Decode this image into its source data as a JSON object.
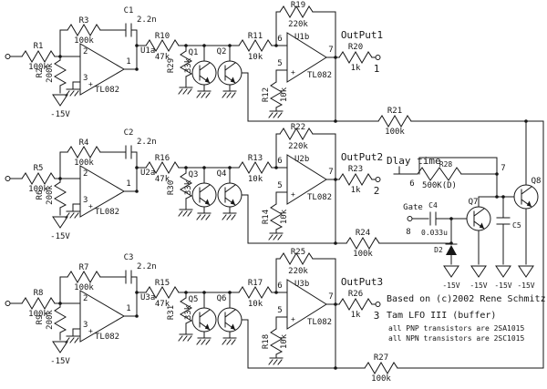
{
  "channels": [
    {
      "r_in": "R1",
      "r_in_v": "100k",
      "r_gnd": "R2",
      "r_gnd_v": "200k",
      "r_fb": "R3",
      "r_fb_v": "100k",
      "c_fb": "C1",
      "c_fb_v": "2.2n",
      "u_a": "U1a",
      "u_a_part": "TL082",
      "pin_inv": "2",
      "pin_non": "3",
      "pin_out": "1",
      "r_ser": "R10",
      "r_ser_v": "47k",
      "r_sh": "R29",
      "r_sh_v": "33k",
      "q_a": "Q1",
      "q_b": "Q2",
      "r_in2": "R11",
      "r_in2_v": "10k",
      "pin_b_inv": "6",
      "pin_b_non": "5",
      "pin_b_out": "7",
      "u_b": "U1b",
      "u_b_part": "TL082",
      "r_fb2": "R19",
      "r_fb2_v": "220k",
      "r_ref": "R12",
      "r_ref_v": "10k",
      "r_out": "R20",
      "r_out_v": "1k",
      "out_label": "OutPut1",
      "out_term": "1",
      "r_loop": "R21",
      "r_loop_v": "100k",
      "rail": "-15V",
      "plus": "+"
    },
    {
      "r_in": "R5",
      "r_in_v": "100k",
      "r_gnd": "R6",
      "r_gnd_v": "200k",
      "r_fb": "R4",
      "r_fb_v": "100k",
      "c_fb": "C2",
      "c_fb_v": "2.2n",
      "u_a": "U2a",
      "u_a_part": "TL082",
      "pin_inv": "2",
      "pin_non": "3",
      "pin_out": "1",
      "r_ser": "R16",
      "r_ser_v": "47k",
      "r_sh": "R30",
      "r_sh_v": "33k",
      "q_a": "Q3",
      "q_b": "Q4",
      "r_in2": "R13",
      "r_in2_v": "10k",
      "pin_b_inv": "6",
      "pin_b_non": "5",
      "pin_b_out": "7",
      "u_b": "U2b",
      "u_b_part": "TL082",
      "r_fb2": "R22",
      "r_fb2_v": "220k",
      "r_ref": "R14",
      "r_ref_v": "10k",
      "r_out": "R23",
      "r_out_v": "1k",
      "out_label": "OutPut2",
      "out_term": "2",
      "r_loop": "R24",
      "r_loop_v": "100k",
      "rail": "-15V",
      "plus": "+"
    },
    {
      "r_in": "R8",
      "r_in_v": "100k",
      "r_gnd": "R9",
      "r_gnd_v": "200k",
      "r_fb": "R7",
      "r_fb_v": "100k",
      "c_fb": "C3",
      "c_fb_v": "2.2n",
      "u_a": "U3a",
      "u_a_part": "TL082",
      "pin_inv": "2",
      "pin_non": "3",
      "pin_out": "1",
      "r_ser": "R15",
      "r_ser_v": "47k",
      "r_sh": "R31",
      "r_sh_v": "33k",
      "q_a": "Q5",
      "q_b": "Q6",
      "r_in2": "R17",
      "r_in2_v": "10k",
      "pin_b_inv": "6",
      "pin_b_non": "5",
      "pin_b_out": "7",
      "u_b": "U3b",
      "u_b_part": "TL082",
      "r_fb2": "R25",
      "r_fb2_v": "220k",
      "r_ref": "R18",
      "r_ref_v": "10k",
      "r_out": "R26",
      "r_out_v": "1k",
      "out_label": "OutPut3",
      "out_term": "3",
      "r_loop": "R27",
      "r_loop_v": "100k",
      "rail": "-15V",
      "plus": "+"
    }
  ],
  "delay": {
    "title": "Dlay time",
    "pot": "R28",
    "pot_v": "500K(D)",
    "t6": "6",
    "t7": "7",
    "gate": "Gate",
    "t8": "8",
    "c_in": "C4",
    "c_in_v": "0.033u",
    "d": "D2",
    "c_hold": "C5",
    "q_follow": "Q7",
    "q_out": "Q8",
    "rails": [
      "-15V",
      "-15V",
      "-15V",
      "-15V"
    ]
  },
  "notes": {
    "credit": "Based on (c)2002 Rene Schmitz",
    "title": "Tam LFO III (buffer)",
    "pnp": "all PNP transistors are 2SA1015",
    "npn": "all NPN transistors are 2SC1015"
  },
  "colors": {
    "ink": "#161616",
    "paper": "#ffffff"
  }
}
